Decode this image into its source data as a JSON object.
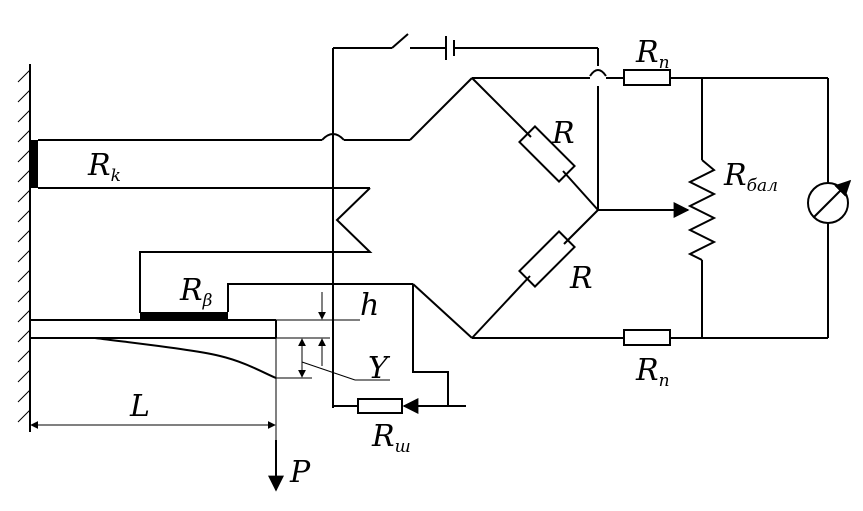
{
  "labels": {
    "rk": {
      "main": "R",
      "sub": "k"
    },
    "rb": {
      "main": "R",
      "sub": "β"
    },
    "r_top": {
      "main": "R",
      "sub": ""
    },
    "r_bottom": {
      "main": "R",
      "sub": ""
    },
    "rp_top": {
      "main": "R",
      "sub": "п"
    },
    "rp_bottom": {
      "main": "R",
      "sub": "п"
    },
    "rbal": {
      "main": "R",
      "sub": "бал"
    },
    "rsh": {
      "main": "R",
      "sub": "ш"
    },
    "h": "h",
    "y": "Y",
    "l": "L",
    "p": "P"
  }
}
